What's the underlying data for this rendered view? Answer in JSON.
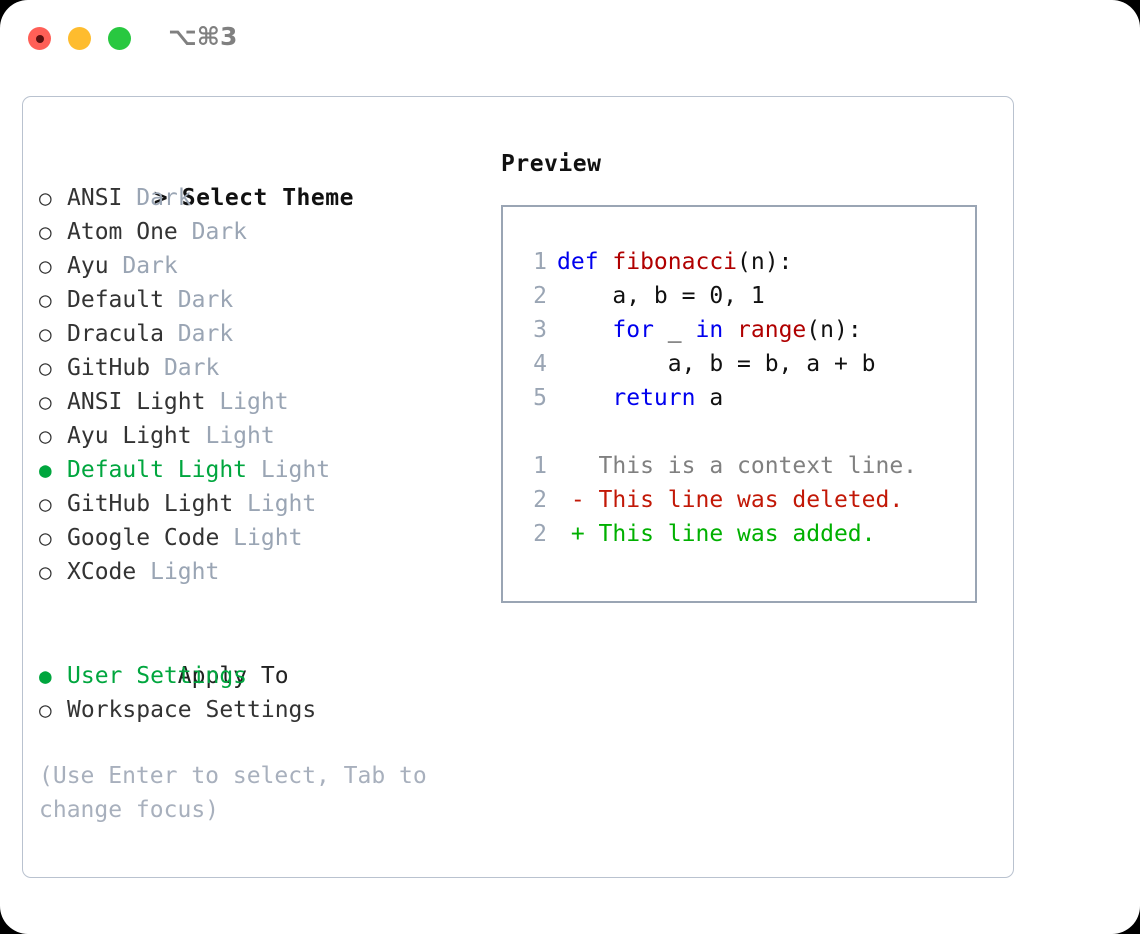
{
  "titlebar": {
    "shortcut": "⌥⌘3",
    "buttons": [
      {
        "name": "close",
        "color": "#ff5f57"
      },
      {
        "name": "minimize",
        "color": "#febc2e"
      },
      {
        "name": "maximize",
        "color": "#28c840"
      }
    ]
  },
  "theme_picker": {
    "header_prefix": ">",
    "header": "Select Theme",
    "bullet_selected": "●",
    "bullet_unselected": "○",
    "items": [
      {
        "label": "ANSI",
        "tag": "Dark",
        "selected": false
      },
      {
        "label": "Atom One",
        "tag": "Dark",
        "selected": false
      },
      {
        "label": "Ayu",
        "tag": "Dark",
        "selected": false
      },
      {
        "label": "Default",
        "tag": "Dark",
        "selected": false
      },
      {
        "label": "Dracula",
        "tag": "Dark",
        "selected": false
      },
      {
        "label": "GitHub",
        "tag": "Dark",
        "selected": false
      },
      {
        "label": "ANSI Light",
        "tag": "Light",
        "selected": false
      },
      {
        "label": "Ayu Light",
        "tag": "Light",
        "selected": false
      },
      {
        "label": "Default Light",
        "tag": "Light",
        "selected": true
      },
      {
        "label": "GitHub Light",
        "tag": "Light",
        "selected": false
      },
      {
        "label": "Google Code",
        "tag": "Light",
        "selected": false
      },
      {
        "label": "XCode",
        "tag": "Light",
        "selected": false
      }
    ]
  },
  "apply_to": {
    "title": "Apply To",
    "items": [
      {
        "label": "User Settings",
        "selected": true
      },
      {
        "label": "Workspace Settings",
        "selected": false
      }
    ]
  },
  "hint": "(Use Enter to select, Tab to change focus)",
  "preview": {
    "title": "Preview",
    "code_lines": [
      {
        "num": "1",
        "tokens": [
          {
            "t": "def ",
            "c": "kw"
          },
          {
            "t": "fibonacci",
            "c": "fn"
          },
          {
            "t": "(n):",
            "c": "pl"
          }
        ]
      },
      {
        "num": "2",
        "tokens": [
          {
            "t": "    a, b = 0, 1",
            "c": "pl"
          }
        ]
      },
      {
        "num": "3",
        "tokens": [
          {
            "t": "    ",
            "c": "pl"
          },
          {
            "t": "for",
            "c": "kw"
          },
          {
            "t": " _ ",
            "c": "pl"
          },
          {
            "t": "in ",
            "c": "kw"
          },
          {
            "t": "range",
            "c": "fn"
          },
          {
            "t": "(n):",
            "c": "pl"
          }
        ]
      },
      {
        "num": "4",
        "tokens": [
          {
            "t": "        a, b = b, a + b",
            "c": "pl"
          }
        ]
      },
      {
        "num": "5",
        "tokens": [
          {
            "t": "    ",
            "c": "pl"
          },
          {
            "t": "return",
            "c": "kw"
          },
          {
            "t": " a",
            "c": "pl"
          }
        ]
      }
    ],
    "diff_lines": [
      {
        "num": "1",
        "marker": " ",
        "text": "This is a context line.",
        "kind": "ctx"
      },
      {
        "num": "2",
        "marker": "-",
        "text": "This line was deleted.",
        "kind": "del"
      },
      {
        "num": "2",
        "marker": "+",
        "text": "This line was added.",
        "kind": "add"
      }
    ]
  },
  "colors": {
    "accent_green": "#00a63e",
    "muted": "#9aa5b4",
    "keyword": "#0000ee",
    "function": "#b00000",
    "diff_added": "#00b000",
    "diff_deleted": "#c21807",
    "border": "#9aa5b4",
    "panel_border": "#b9c2cf"
  }
}
